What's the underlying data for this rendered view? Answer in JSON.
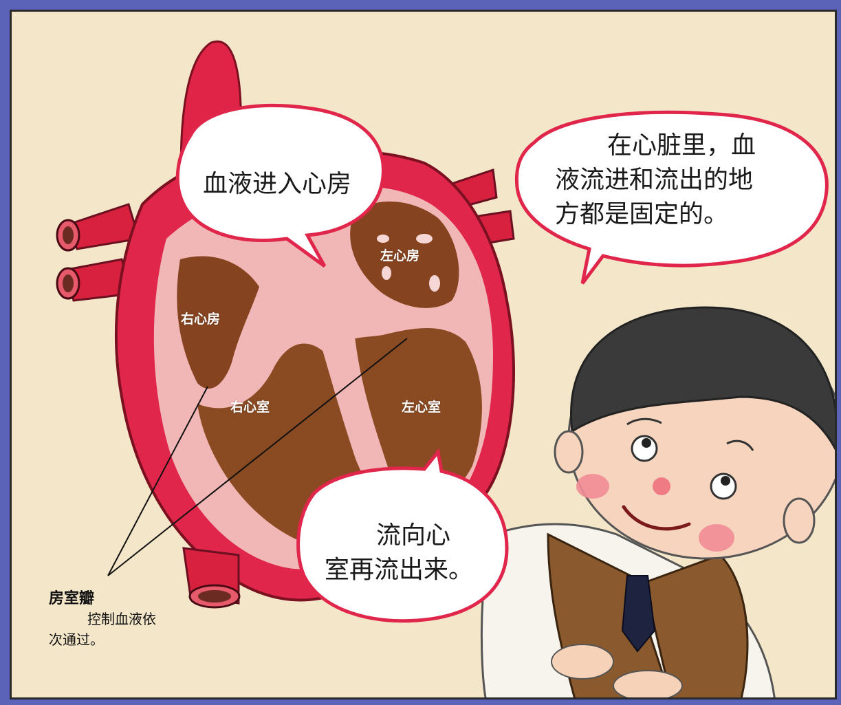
{
  "speech": {
    "enter_atrium": "血液进入心房",
    "fixed_line1": "在心脏里，血",
    "fixed_line2": "液流进和流出的地",
    "fixed_line3": "方都是固定的。",
    "flow_line1": "流向心",
    "flow_line2": "室再流出来。"
  },
  "heart_labels": {
    "right_atrium": "右心房",
    "left_atrium": "左心房",
    "right_ventricle": "右心室",
    "left_ventricle": "左心室"
  },
  "caption": {
    "title": "房室瓣",
    "line1": "控制血液依",
    "line2": "次通过。"
  },
  "colors": {
    "background_border": "#5a63b8",
    "paper": "#f4e6c9",
    "heart_red": "#e0264a",
    "chamber_brown": "#8a4a22",
    "bubble_outline": "#e0264a"
  }
}
